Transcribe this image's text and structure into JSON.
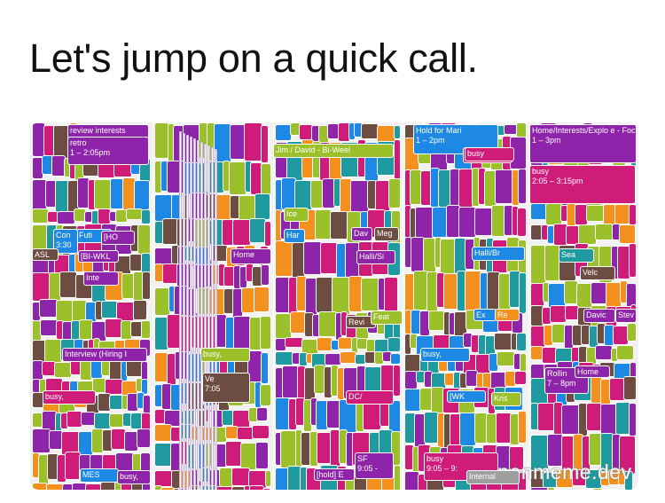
{
  "caption": "Let's jump on a quick call.",
  "watermark": "openmeme.dev",
  "colors": {
    "magenta": "#cf1b7a",
    "purple": "#8e24aa",
    "blue": "#1e88e5",
    "green": "#9bc02a",
    "brown": "#6d4c41",
    "orange": "#f4901e",
    "teal": "#1e9aa0",
    "gray": "#9e9e9e"
  },
  "labeled_events": [
    {
      "title": "review interests",
      "time": "",
      "color": "purple"
    },
    {
      "title": "retro",
      "time": "1 – 2:05pm",
      "color": "purple"
    },
    {
      "title": "Jim / David - Bi-Weel",
      "time": "",
      "color": "green"
    },
    {
      "title": "Hold for Mari",
      "time": "1 – 2pm",
      "color": "blue"
    },
    {
      "title": "busy,",
      "time": "",
      "color": "magenta"
    },
    {
      "title": "Home/Interests/Explo e - Focus Time Block",
      "time": "1 – 3pm",
      "color": "purple"
    },
    {
      "title": "busy",
      "time": "2:05 – 3:15pm",
      "color": "magenta"
    },
    {
      "title": "Home",
      "time": "",
      "color": "purple"
    },
    {
      "title": "Halli/Br",
      "time": "",
      "color": "blue"
    },
    {
      "title": "Interview (Hiring I",
      "time": "",
      "color": "purple"
    },
    {
      "title": "busy,",
      "time": "",
      "color": "green"
    },
    {
      "title": "busy,",
      "time": "",
      "color": "blue"
    },
    {
      "title": "busy,",
      "time": "",
      "color": "magenta"
    },
    {
      "title": "Rollin",
      "time": "7 – 8pm",
      "color": "purple"
    },
    {
      "title": "Home",
      "time": "",
      "color": "purple"
    },
    {
      "title": "busy",
      "time": "9:05 – 9:",
      "color": "magenta"
    },
    {
      "title": "Internal",
      "time": "",
      "color": "gray"
    },
    {
      "title": "[hold] E",
      "time": "",
      "color": "purple"
    },
    {
      "title": "MES",
      "time": "",
      "color": "blue"
    },
    {
      "title": "busy,",
      "time": "",
      "color": "purple"
    },
    {
      "title": "busy",
      "time": "",
      "color": "magenta"
    },
    {
      "title": "Kris",
      "time": "",
      "color": "green"
    },
    {
      "title": "Davic",
      "time": "",
      "color": "purple"
    },
    {
      "title": "Stev",
      "time": "",
      "color": "purple"
    },
    {
      "title": "Sea",
      "time": "",
      "color": "teal"
    },
    {
      "title": "Velc",
      "time": "",
      "color": "brown"
    },
    {
      "title": "Futi",
      "time": "",
      "color": "blue"
    },
    {
      "title": "[BI-WKL",
      "time": "",
      "color": "purple"
    },
    {
      "title": "Inte",
      "time": "",
      "color": "purple"
    },
    {
      "title": "Revi",
      "time": "",
      "color": "brown"
    },
    {
      "title": "Feat",
      "time": "",
      "color": "green"
    },
    {
      "title": "Ve",
      "time": "7:05",
      "color": "brown"
    },
    {
      "title": "DC/",
      "time": "",
      "color": "magenta"
    },
    {
      "title": "[WK",
      "time": "",
      "color": "blue"
    },
    {
      "title": "Ice",
      "time": "",
      "color": "green"
    },
    {
      "title": "Har",
      "time": "",
      "color": "blue"
    },
    {
      "title": "Dav",
      "time": "",
      "color": "purple"
    },
    {
      "title": "Meg",
      "time": "",
      "color": "brown"
    },
    {
      "title": "Halli/Si",
      "time": "",
      "color": "purple"
    },
    {
      "title": "Con",
      "time": "3:30",
      "color": "blue"
    },
    {
      "title": "[HO",
      "time": "",
      "color": "purple"
    },
    {
      "title": "ASL",
      "time": "",
      "color": "brown"
    },
    {
      "title": "Ex",
      "time": "",
      "color": "blue"
    },
    {
      "title": "Re",
      "time": "",
      "color": "orange"
    },
    {
      "title": "SF",
      "time": "9:05 -",
      "color": "purple"
    }
  ]
}
